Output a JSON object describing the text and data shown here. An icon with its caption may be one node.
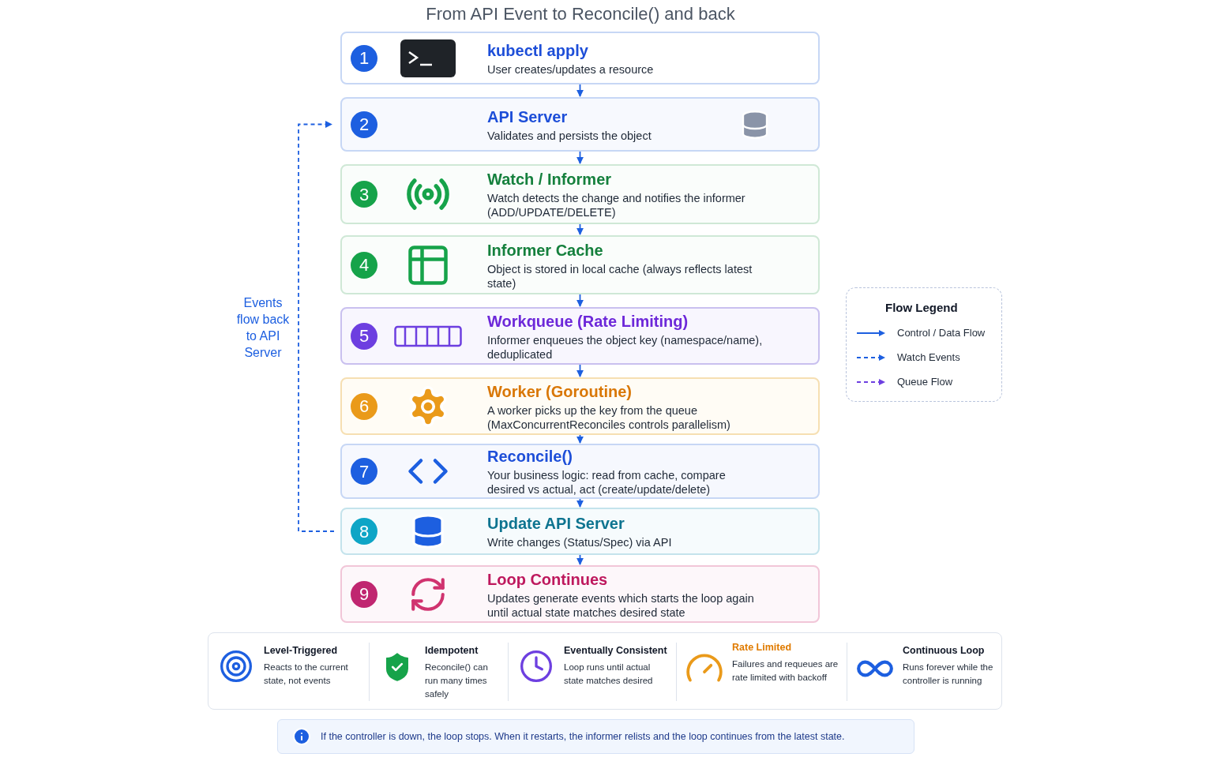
{
  "diagram": {
    "title": "From API Event to Reconcile() and back",
    "nodes": [
      {
        "text": [
          "1",
          "kubectl apply",
          "User creates/updates a resource"
        ]
      },
      {
        "text": [
          "2",
          "API Server",
          "Validates and persists the object"
        ]
      },
      {
        "text": [
          "3",
          "Watch / Informer",
          "Watch detects the change and notifies the informer (ADD/UPDATE/DELETE)"
        ]
      },
      {
        "text": [
          "4",
          "Informer Cache",
          "Object is stored in local cache (always reflects latest state)"
        ]
      },
      {
        "text": [
          "5",
          "Workqueue (Rate Limiting)",
          "Informer enqueues the object key (namespace/name), deduplicated"
        ]
      },
      {
        "text": [
          "6",
          "Worker (Goroutine)",
          "A worker picks up the key from the queue (MaxConcurrentReconciles controls parallelism)"
        ]
      },
      {
        "text": [
          "7",
          "Reconcile()",
          "Your business logic: read from cache, compare desired vs actual, act (create/update/delete)"
        ]
      },
      {
        "text": [
          "8",
          "Update API Server",
          "Write changes (Status/Spec) via API"
        ]
      },
      {
        "text": [
          "9",
          "Loop Continues",
          "Updates generate events which starts the loop again until actual state matches desired state"
        ]
      }
    ],
    "edges": [
      {
        "from": 0,
        "to": 1,
        "arrow": "to"
      },
      {
        "from": 1,
        "to": 2,
        "arrow": "to"
      },
      {
        "from": 2,
        "to": 3,
        "arrow": "to"
      },
      {
        "from": 3,
        "to": 4,
        "arrow": "to"
      },
      {
        "from": 4,
        "to": 5,
        "arrow": "to"
      },
      {
        "from": 5,
        "to": 6,
        "arrow": "to"
      },
      {
        "from": 6,
        "to": 7,
        "arrow": "to"
      },
      {
        "from": 7,
        "to": 8,
        "arrow": "to"
      },
      {
        "from": 7,
        "to": 1,
        "arrow": "to",
        "style": "dashed",
        "label": "Events flow back to API Server"
      }
    ],
    "labels": [
      "Flow Legend",
      "Level-Triggered",
      "Reacts to the current state, not events",
      "Idempotent",
      "Reconcile() can run many times safely",
      "Eventually Consistent",
      "Loop runs until actual state matches desired",
      "Rate Limited",
      "Failures and requeues are rate limited with backoff",
      "Continuous Loop",
      "Runs forever while the controller is running",
      "If the controller is down, the loop stops. When it restarts, the informer relists and the loop continues from the latest state."
    ],
    "legend": [
      {
        "text": "Control / Data Flow",
        "color": "#1d5fe0"
      },
      {
        "text": "Watch Events",
        "color": "#1d5fe0"
      },
      {
        "text": "Queue Flow",
        "color": "#6d3fe0"
      }
    ]
  }
}
